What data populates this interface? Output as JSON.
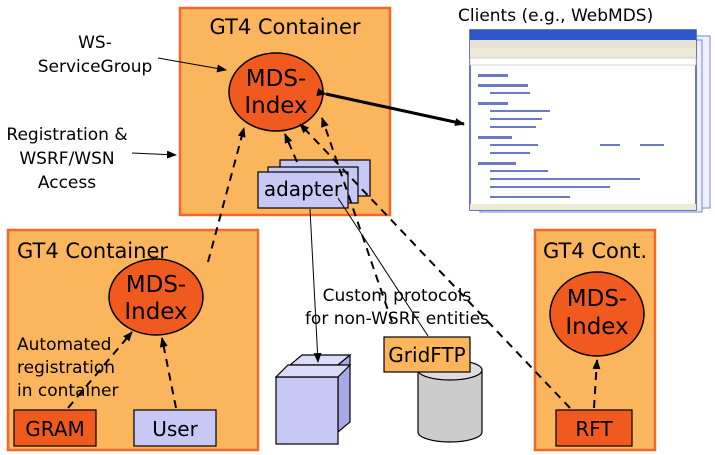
{
  "containers": {
    "main": {
      "title": "GT4 Container"
    },
    "left": {
      "title": "GT4 Container"
    },
    "right": {
      "title": "GT4 Cont."
    }
  },
  "indexes": {
    "main": {
      "line1": "MDS-",
      "line2": "Index"
    },
    "left": {
      "line1": "MDS-",
      "line2": "Index"
    },
    "right": {
      "line1": "MDS-",
      "line2": "Index"
    }
  },
  "components": {
    "adapter": "adapter",
    "gram": "GRAM",
    "user": "User",
    "rft": "RFT",
    "gridftp": "GridFTP"
  },
  "annotations": {
    "service_group": [
      "WS-",
      "ServiceGroup"
    ],
    "registration": [
      "Registration &",
      "WSRF/WSN",
      "Access"
    ],
    "automated": [
      "Automated",
      "registration",
      "in container"
    ],
    "custom_protocols": [
      "Custom protocols",
      "for non-WSRF entities"
    ],
    "clients": "Clients (e.g., WebMDS)"
  },
  "colors": {
    "container_fill": "#fbb55d",
    "container_border": "#f0692a",
    "index_fill": "#f05a1e",
    "component_fill": "#c8c8f5",
    "gridftp_fill": "#fbb55d",
    "gram_fill": "#f05a1e",
    "rft_fill": "#f05a1e"
  }
}
